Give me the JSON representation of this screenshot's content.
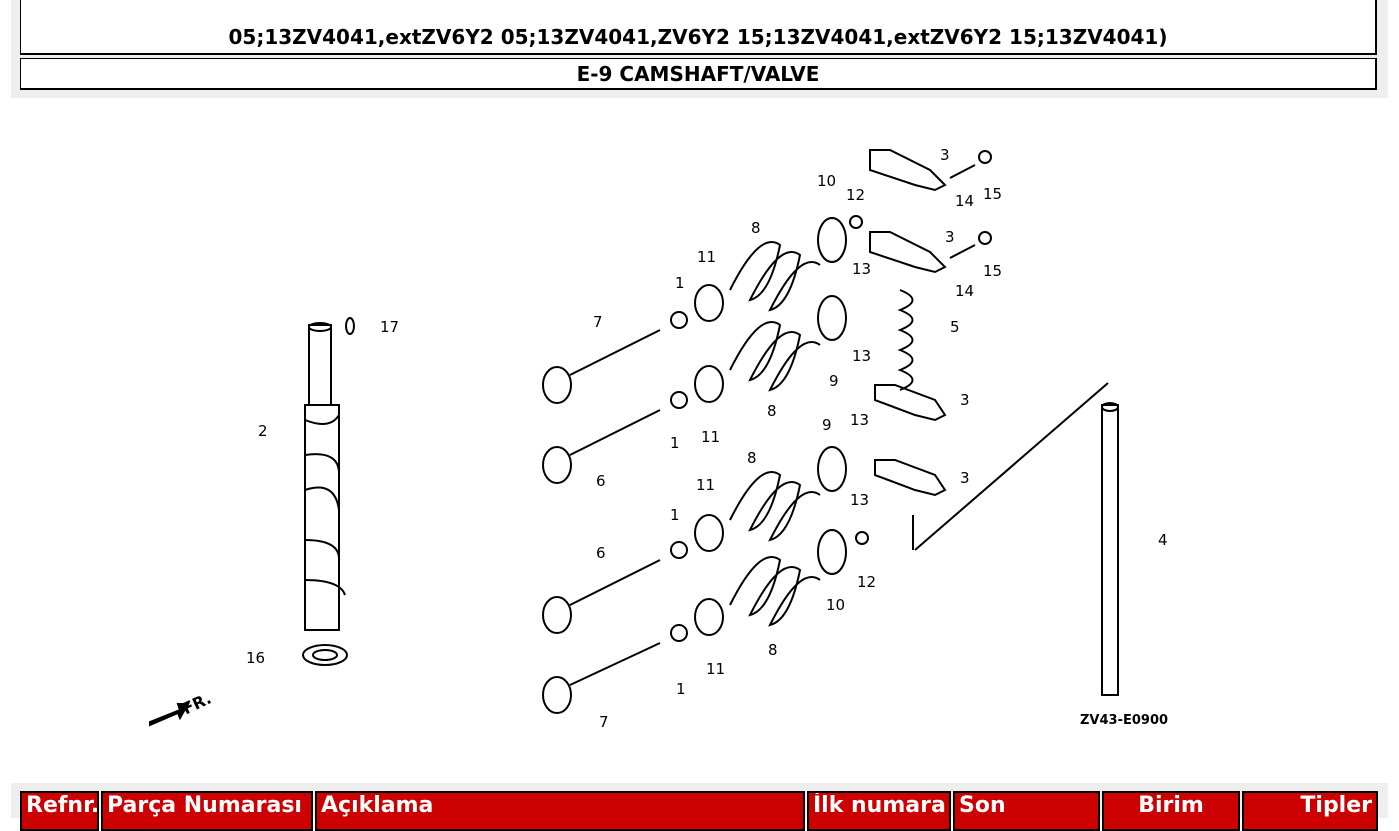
{
  "header": {
    "models_line": "05;13ZV4041,extZV6Y2 05;13ZV4041,ZV6Y2 15;13ZV4041,extZV6Y2 15;13ZV4041)",
    "section_title": "E-9 CAMSHAFT/VALVE"
  },
  "diagram": {
    "code": "ZV43-E0900",
    "front_label": "FR.",
    "callouts": [
      "1",
      "1",
      "1",
      "1",
      "2",
      "3",
      "3",
      "3",
      "3",
      "4",
      "5",
      "6",
      "6",
      "7",
      "7",
      "8",
      "8",
      "8",
      "8",
      "9",
      "9",
      "10",
      "10",
      "11",
      "11",
      "11",
      "11",
      "12",
      "12",
      "13",
      "13",
      "13",
      "13",
      "14",
      "14",
      "15",
      "15",
      "16",
      "17"
    ]
  },
  "table": {
    "headers": [
      "Refnr.",
      "Parça Numarası",
      "Açıklama",
      "İlk numara",
      "Son",
      "Birim",
      "Tipler"
    ]
  }
}
